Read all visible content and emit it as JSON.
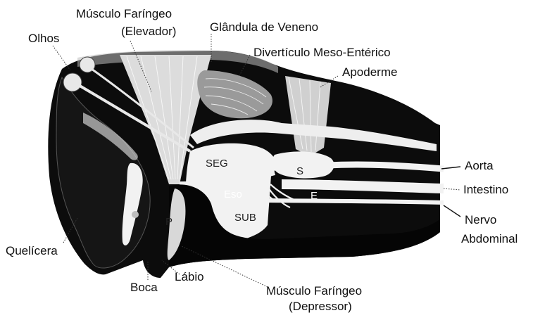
{
  "labels": {
    "musculo_faringeo_elevador_1": "Músculo Faríngeo",
    "musculo_faringeo_elevador_2": "(Elevador)",
    "glandula_de_veneno": "Glândula de Veneno",
    "olhos": "Olhos",
    "diverticulo": "Divertículo Meso-Entérico",
    "apoderme": "Apoderme",
    "aorta": "Aorta",
    "intestino": "Intestino",
    "nervo_abdominal_1": "Nervo",
    "nervo_abdominal_2": "Abdominal",
    "quelicera": "Quelícera",
    "boca": "Boca",
    "labio": "Lábio",
    "musculo_faringeo_depressor_1": "Músculo Faríngeo",
    "musculo_faringeo_depressor_2": "(Depressor)"
  },
  "internal_labels": {
    "seg": "SEG",
    "s": "S",
    "eso": "Eso",
    "e": "E",
    "sub": "SUB",
    "p": "P"
  },
  "colors": {
    "background": "#ffffff",
    "tissue": "#0c0c0c",
    "cavity": "#f2f2f2",
    "gland": "#c8c8c8"
  }
}
